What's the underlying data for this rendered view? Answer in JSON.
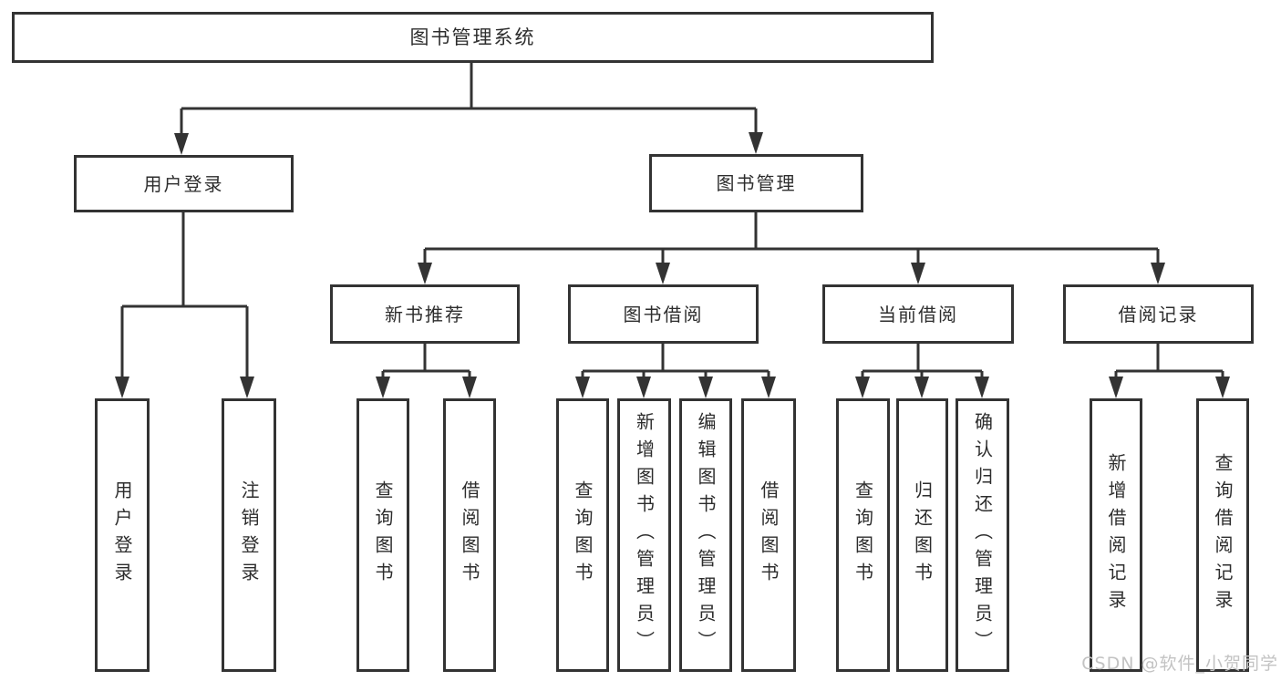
{
  "tree": {
    "root": "图书管理系统",
    "branches": [
      {
        "label": "用户登录",
        "leaves": [
          "用户登录",
          "注销登录"
        ]
      },
      {
        "label": "图书管理",
        "groups": [
          {
            "label": "新书推荐",
            "leaves": [
              "查询图书",
              "借阅图书"
            ]
          },
          {
            "label": "图书借阅",
            "leaves": [
              "查询图书",
              "新增图书（管理员）",
              "编辑图书（管理员）",
              "借阅图书"
            ]
          },
          {
            "label": "当前借阅",
            "leaves": [
              "查询图书",
              "归还图书",
              "确认归还（管理员）"
            ]
          },
          {
            "label": "借阅记录",
            "leaves": [
              "新增借阅记录",
              "查询借阅记录"
            ]
          }
        ]
      }
    ]
  },
  "watermark": {
    "text": "CSDN @软件_小贺同学"
  },
  "colors": {
    "line": "#333333",
    "box_border": "#333333",
    "text": "#2d2d2d",
    "watermark": "#c3c3c3",
    "background": "#ffffff"
  }
}
